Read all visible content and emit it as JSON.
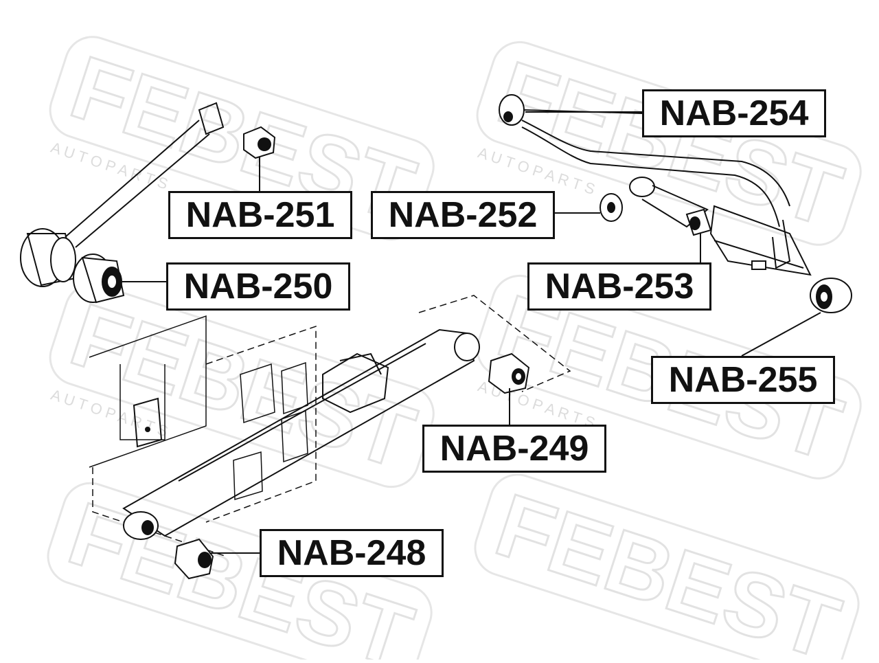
{
  "watermark": {
    "brand": "FEBEST",
    "subtitle": "A U T O   P A R T S"
  },
  "parts": [
    {
      "id": "nab-254",
      "label": "NAB-254"
    },
    {
      "id": "nab-251",
      "label": "NAB-251"
    },
    {
      "id": "nab-252",
      "label": "NAB-252"
    },
    {
      "id": "nab-250",
      "label": "NAB-250"
    },
    {
      "id": "nab-253",
      "label": "NAB-253"
    },
    {
      "id": "nab-255",
      "label": "NAB-255"
    },
    {
      "id": "nab-249",
      "label": "NAB-249"
    },
    {
      "id": "nab-248",
      "label": "NAB-248"
    }
  ]
}
